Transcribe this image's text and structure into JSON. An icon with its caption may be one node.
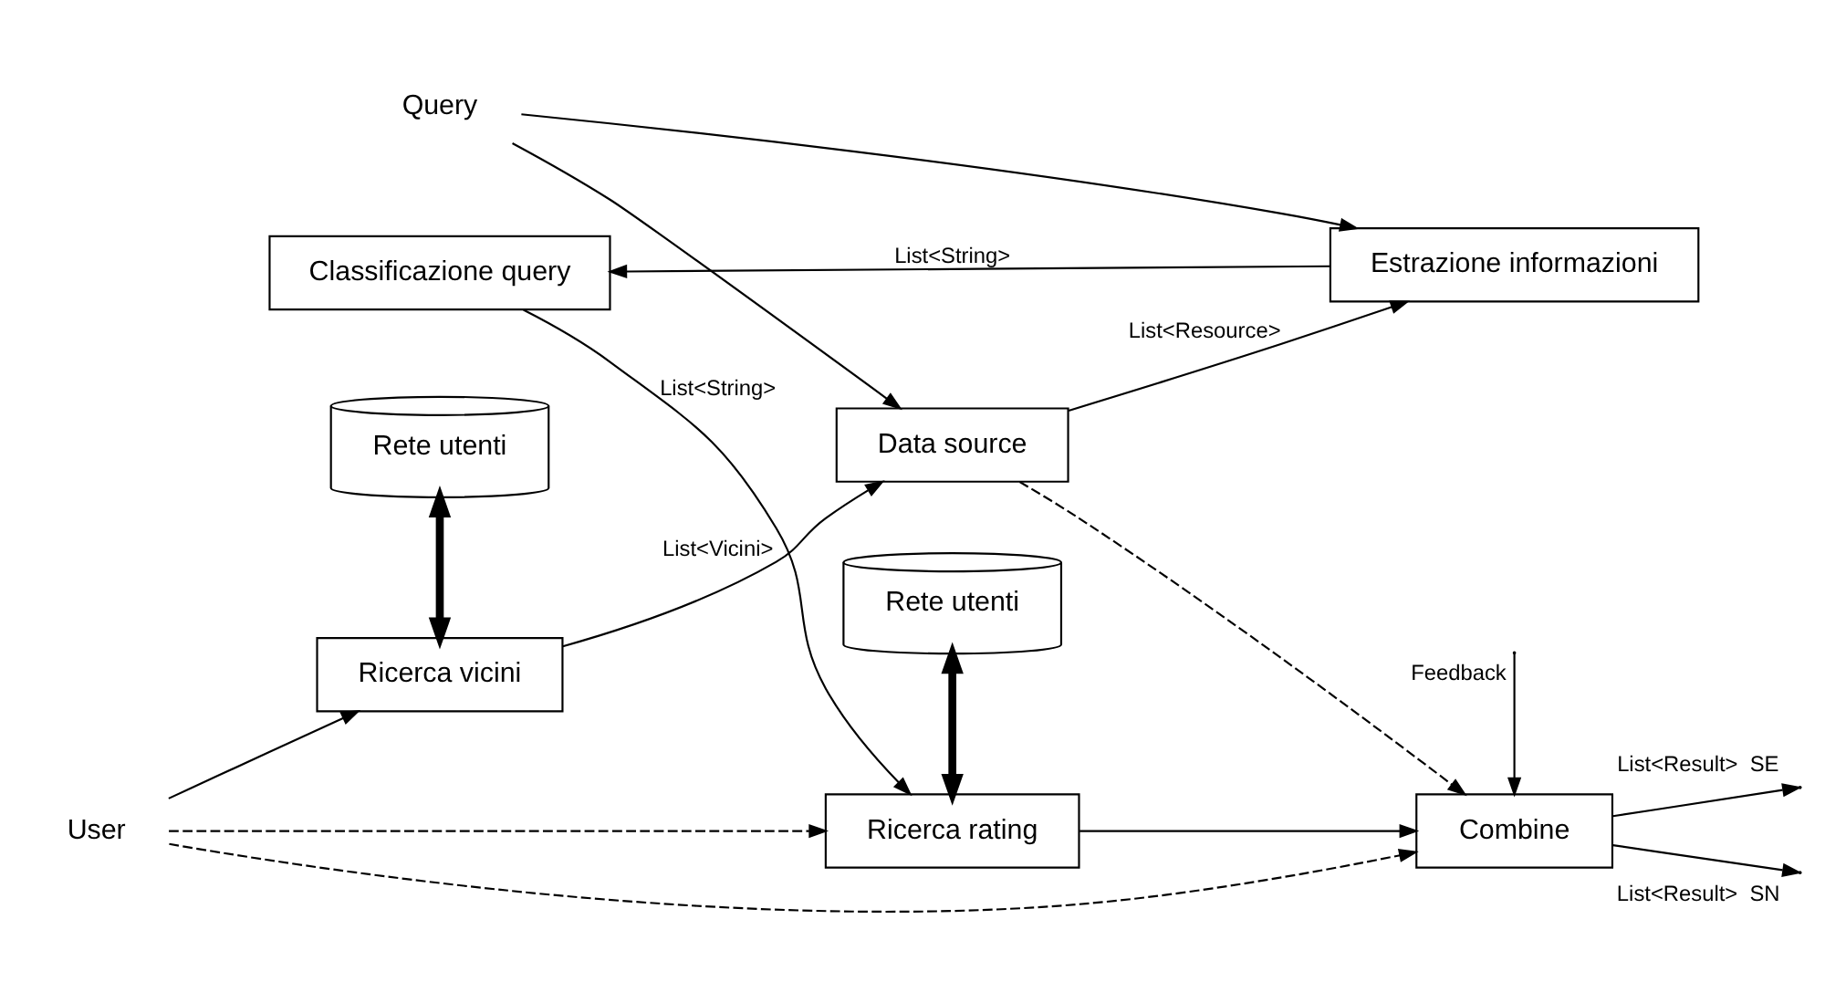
{
  "diagram": {
    "nodes": [
      {
        "text": [
          "Rete utenti"
        ]
      },
      {
        "text": [
          "User"
        ]
      },
      {
        "text": [
          "Query"
        ]
      },
      {
        "text": [
          "Ricerca vicini"
        ]
      },
      {
        "text": [
          "Data source"
        ]
      },
      {
        "text": [
          "Estrazione informazioni"
        ]
      },
      {
        "text": [
          "Classificazione query"
        ]
      },
      {
        "text": [
          "Ricerca rating"
        ]
      },
      {
        "text": [
          "Combine"
        ]
      },
      {
        "text": [
          "Rete utenti"
        ]
      }
    ],
    "edges": [
      {
        "from": 0,
        "to": 3,
        "arrow": "both",
        "style": "thick"
      },
      {
        "from": 1,
        "to": 3,
        "arrow": "to"
      },
      {
        "from": 3,
        "to": 4,
        "arrow": "to",
        "label": "List<Vicini>"
      },
      {
        "from": 2,
        "to": 4,
        "arrow": "to"
      },
      {
        "from": 2,
        "to": 5,
        "arrow": "to"
      },
      {
        "from": 4,
        "to": 5,
        "arrow": "to",
        "label": "List<Resource>"
      },
      {
        "from": 4,
        "to": 8,
        "arrow": "to",
        "style": "dashed"
      },
      {
        "from": 1,
        "to": 8,
        "arrow": "to",
        "style": "dashed"
      },
      {
        "from": 1,
        "to": 7,
        "arrow": "to",
        "style": "dashed"
      },
      {
        "from": 5,
        "to": 6,
        "arrow": "to",
        "label": "List<String>"
      },
      {
        "from": 6,
        "to": 7,
        "arrow": "to",
        "label": "List<String>"
      },
      {
        "from": 7,
        "to": 8,
        "arrow": "to"
      },
      {
        "from": 9,
        "to": 7,
        "arrow": "both",
        "style": "thick"
      },
      {
        "from": 8,
        "to": null,
        "arrow": "to",
        "label": "List<Result>  SE"
      },
      {
        "from": 8,
        "to": null,
        "arrow": "to",
        "label": "List<Result>  SN"
      },
      {
        "from": null,
        "to": 8,
        "arrow": "to",
        "label": "Feedback"
      }
    ]
  }
}
